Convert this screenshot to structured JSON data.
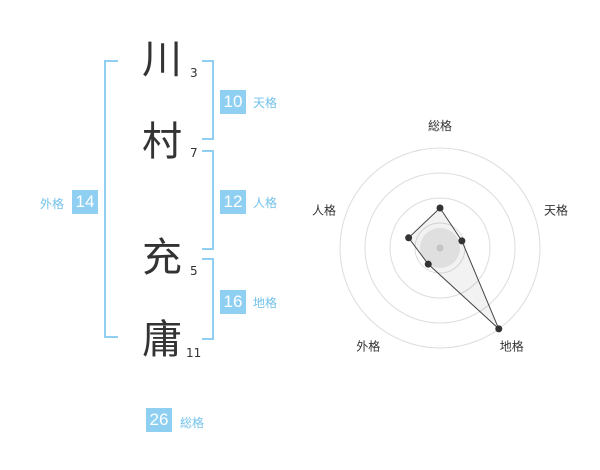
{
  "name": {
    "chars": [
      {
        "char": "川",
        "strokes": "3"
      },
      {
        "char": "村",
        "strokes": "7"
      },
      {
        "char": "充",
        "strokes": "5"
      },
      {
        "char": "庸",
        "strokes": "11"
      }
    ]
  },
  "fortunes": {
    "tenkaku": {
      "value": "10",
      "label": "天格"
    },
    "jinkaku": {
      "value": "12",
      "label": "人格"
    },
    "chikaku": {
      "value": "16",
      "label": "地格"
    },
    "gaikaku": {
      "value": "14",
      "label": "外格"
    },
    "soukaku": {
      "value": "26",
      "label": "総格"
    }
  },
  "radar": {
    "axes": [
      "総格",
      "天格",
      "地格",
      "外格",
      "人格"
    ],
    "rings": 4,
    "values": [
      0.4,
      0.23,
      1.0,
      0.2,
      0.33
    ],
    "colors": {
      "grid": "#dddddd",
      "line": "#444444",
      "point": "#333333",
      "fill": "#ebebeb"
    }
  }
}
